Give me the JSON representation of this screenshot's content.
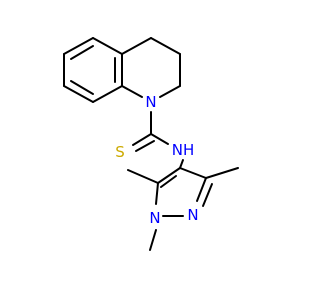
{
  "molecule": {
    "atoms": [
      {
        "id": "n_ring",
        "label": "N",
        "color": "#0000ff"
      },
      {
        "id": "s_thio",
        "label": "S",
        "color": "#ccaa00"
      },
      {
        "id": "nh",
        "label": "NH",
        "color": "#0000ff"
      },
      {
        "id": "n1_pyr",
        "label": "N",
        "color": "#0000ff"
      },
      {
        "id": "n2_pyr",
        "label": "N",
        "color": "#0000ff"
      }
    ]
  }
}
